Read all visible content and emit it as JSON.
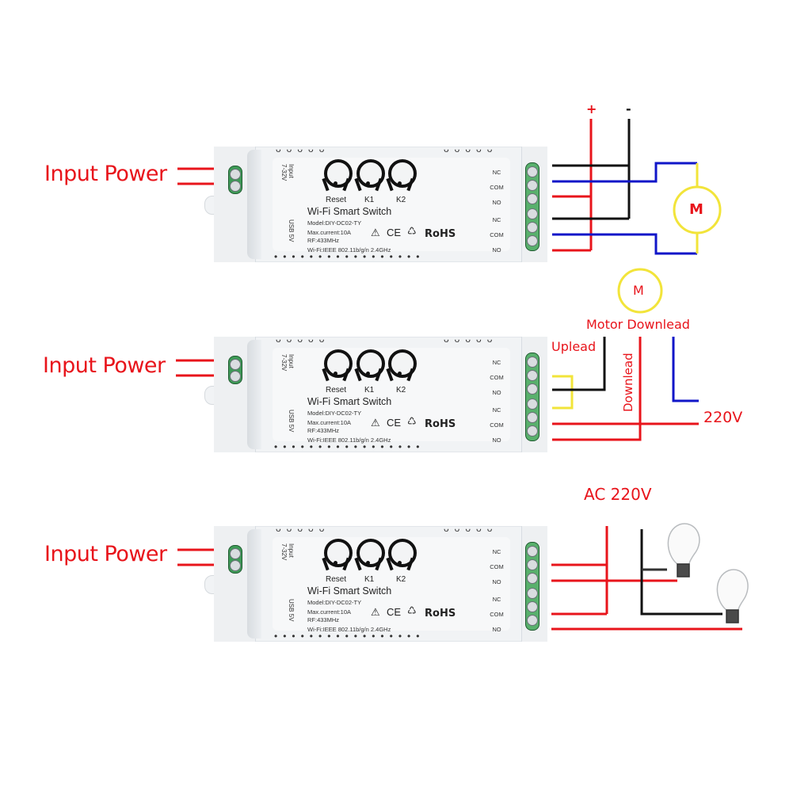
{
  "input_label": "Input Power",
  "device": {
    "title": "Wi-Fi Smart Switch",
    "model": "Model:DIY-DC02-TY",
    "max_current": "Max.current:10A",
    "rf": "RF:433MHz",
    "wifi": "Wi-Fi:IEEE 802.11b/g/n 2.4GHz",
    "input_side": "Input",
    "input_voltage": "7-32V",
    "usb": "USB 5V",
    "buttons": [
      "Reset",
      "K1",
      "K2"
    ],
    "terminals": [
      "NC",
      "COM",
      "NO",
      "NC",
      "COM",
      "NO"
    ],
    "cert_warning": "⚠",
    "cert_ce": "CE",
    "cert_weee": "♺",
    "cert_rohs": "RoHS"
  },
  "diagram1": {
    "plus": "+",
    "minus": "-",
    "motor": "M"
  },
  "diagram2": {
    "motor": "M",
    "motor_label": "Motor Downlead",
    "uplead": "Uplead",
    "downlead": "Downlead",
    "voltage": "220V"
  },
  "diagram3": {
    "voltage": "AC 220V",
    "lamps": [
      "lamp-1",
      "lamp-2"
    ]
  },
  "colors": {
    "red": "#e8141b",
    "blue": "#1016c8",
    "black": "#111111",
    "yellow": "#f2e43a",
    "terminal_green": "#58b06c"
  }
}
